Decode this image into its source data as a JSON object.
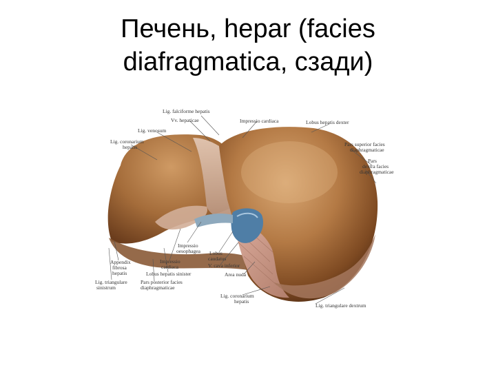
{
  "title": {
    "line1": "Печень, hepar (facies",
    "line2": "diafragmatica, сзади)"
  },
  "colors": {
    "liver_light": "#c8955e",
    "liver_mid": "#a86a38",
    "liver_dark": "#5e3417",
    "vessel_blue": "#4f7ea6",
    "ligament": "#c9a08a",
    "background": "#ffffff"
  },
  "labels": {
    "lig_falciforme": "Lig. falciforme hepatis",
    "vv_hepaticae": "Vv. hepaticae",
    "impressio_cardiaca_top": "Impressio cardiaca",
    "lobus_dexter": "Lobus hepatis dexter",
    "lig_venosum": "Lig. venosum",
    "lig_coronarium_1": "Lig. coronarium",
    "lig_coronarium_2": "hepatis",
    "pars_superior_1": "Pars superior facies",
    "pars_superior_2": "diaphragmaticae",
    "pars_dextra_1": "Pars",
    "pars_dextra_2": "dextra facies",
    "pars_dextra_3": "diaphragmaticae",
    "impressio_oesophagea_1": "Impressio",
    "impressio_oesophagea_2": "oesophagea",
    "appendix_1": "Appendix",
    "appendix_2": "fibrosa",
    "appendix_3": "hepatis",
    "impressio_cardiaca_low_1": "Impressio",
    "impressio_cardiaca_low_2": "cardiaca",
    "lobus_caudatus_1": "Lobus",
    "lobus_caudatus_2": "caudatus",
    "v_cava": "V. cava inferior",
    "lobus_sinister": "Lobus hepatis sinister",
    "area_nuda": "Area nuda",
    "lig_triang_sin_1": "Lig. triangulare",
    "lig_triang_sin_2": "sinistrum",
    "pars_posterior_1": "Pars posterior facies",
    "pars_posterior_2": "diaphragmaticae",
    "lig_coronarium_low_1": "Lig. coronarium",
    "lig_coronarium_low_2": "hepatis",
    "lig_triang_dex": "Lig. triangulare dextrum"
  }
}
